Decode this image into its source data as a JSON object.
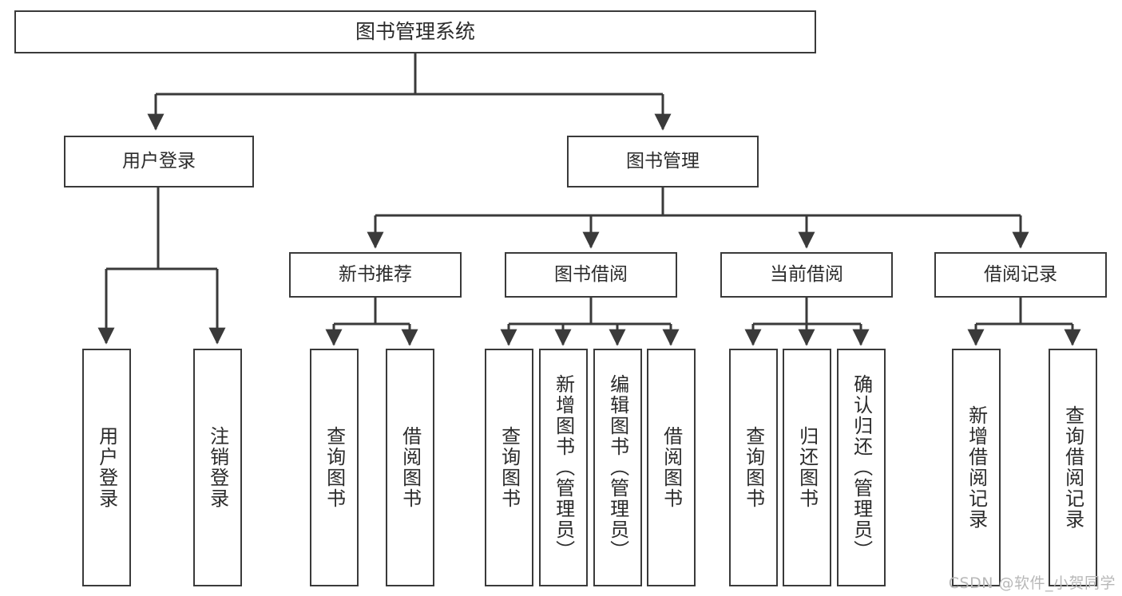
{
  "diagram": {
    "title": "图书管理系统",
    "type": "hierarchy-tree",
    "root": {
      "label": "图书管理系统"
    },
    "level2": [
      {
        "label": "用户登录"
      },
      {
        "label": "图书管理"
      }
    ],
    "level3": [
      {
        "label": "新书推荐"
      },
      {
        "label": "图书借阅"
      },
      {
        "label": "当前借阅"
      },
      {
        "label": "借阅记录"
      }
    ],
    "leaves": {
      "user_login": [
        {
          "label": "用户登录"
        },
        {
          "label": "注销登录"
        }
      ],
      "new_book_recommend": [
        {
          "label": "查询图书"
        },
        {
          "label": "借阅图书"
        }
      ],
      "book_borrow": [
        {
          "label": "查询图书"
        },
        {
          "label": "新增图书（管理员）"
        },
        {
          "label": "编辑图书（管理员）"
        },
        {
          "label": "借阅图书"
        }
      ],
      "current_borrow": [
        {
          "label": "查询图书"
        },
        {
          "label": "归还图书"
        },
        {
          "label": "确认归还（管理员）"
        }
      ],
      "borrow_record": [
        {
          "label": "新增借阅记录"
        },
        {
          "label": "查询借阅记录"
        }
      ]
    }
  },
  "watermark": {
    "text": "CSDN @软件_小贺同学"
  },
  "colors": {
    "border": "#3a3a3a",
    "text": "#2b2b2b",
    "background": "#ffffff",
    "watermark": "#b8b8b8"
  }
}
